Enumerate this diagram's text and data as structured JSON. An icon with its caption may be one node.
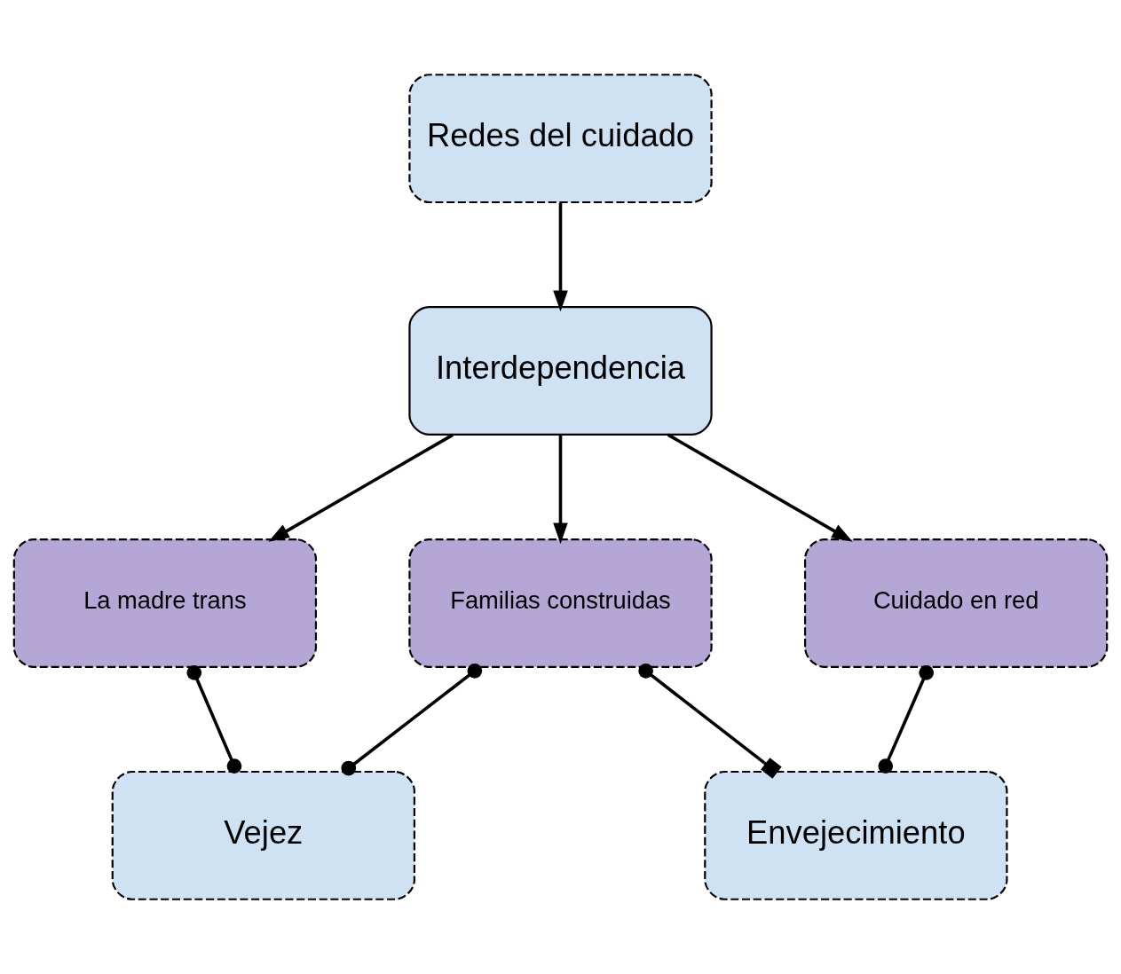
{
  "diagram": {
    "nodes": [
      {
        "text": [
          "Redes del cuidado"
        ]
      },
      {
        "text": [
          "Interdependencia"
        ]
      },
      {
        "text": [
          "La madre trans"
        ]
      },
      {
        "text": [
          "Familias construidas"
        ]
      },
      {
        "text": [
          "Cuidado en red"
        ]
      },
      {
        "text": [
          "Vejez"
        ]
      },
      {
        "text": [
          "Envejecimiento"
        ]
      }
    ],
    "edges": [
      {
        "from": 0,
        "to": 1,
        "arrow": "to"
      },
      {
        "from": 1,
        "to": 2,
        "arrow": "to"
      },
      {
        "from": 1,
        "to": 3,
        "arrow": "to"
      },
      {
        "from": 1,
        "to": 4,
        "arrow": "to"
      },
      {
        "from": 2,
        "to": 5,
        "arrow": "other"
      },
      {
        "from": 3,
        "to": 5,
        "arrow": "other"
      },
      {
        "from": 3,
        "to": 6,
        "arrow": "other"
      },
      {
        "from": 4,
        "to": 6,
        "arrow": "other"
      }
    ]
  }
}
